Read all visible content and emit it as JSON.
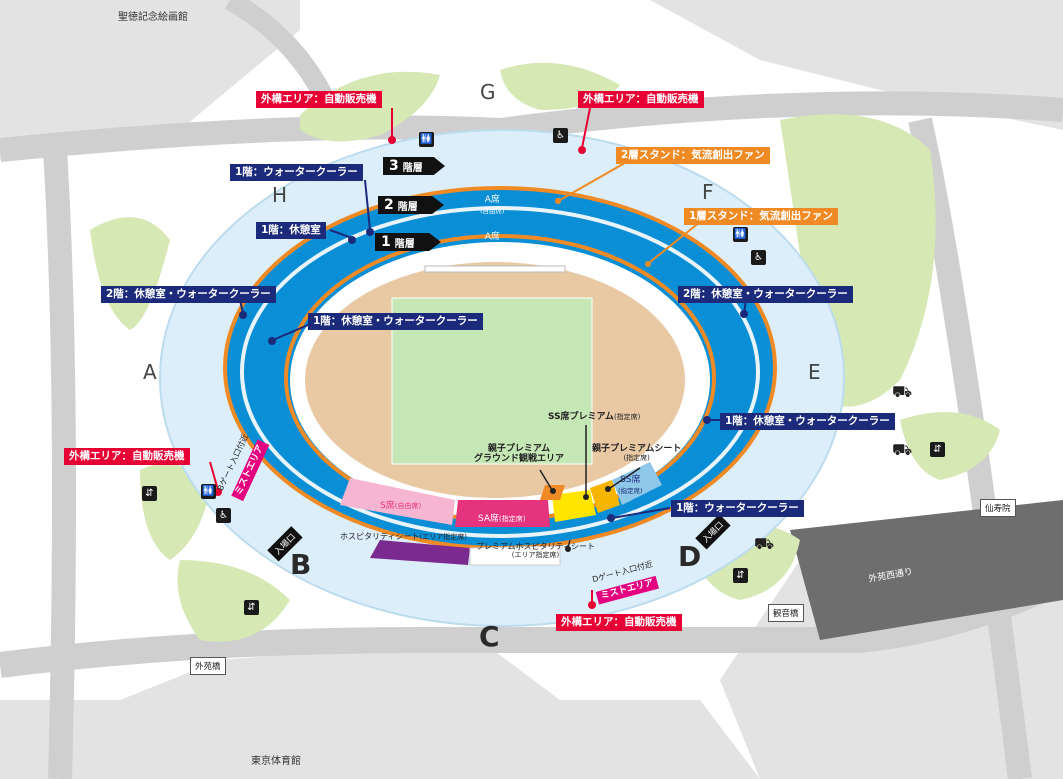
{
  "map": {
    "places": {
      "museum": "聖徳記念絵画館",
      "gym": "東京体育館",
      "gaien_bridge": "外苑橋",
      "kannon_bridge": "観音橋",
      "senjuin": "仙寿院",
      "gaien_nishi": "外苑西通り"
    },
    "gates": {
      "A": "A",
      "B": "B",
      "C": "C",
      "D": "D",
      "E": "E",
      "F": "F",
      "G": "G",
      "H": "H"
    },
    "entrance": "入場口",
    "floors": {
      "f3": {
        "num": "3",
        "label": "階層"
      },
      "f2": {
        "num": "2",
        "label": "階層"
      },
      "f1": {
        "num": "1",
        "label": "階層"
      }
    },
    "seats": {
      "a_upper": {
        "name": "A席",
        "sub": "(自由席)"
      },
      "a_lower": {
        "name": "A席",
        "sub": "(自由席)"
      },
      "s": {
        "name": "S席",
        "sub": "(自由席)"
      },
      "sa": {
        "name": "SA席",
        "sub": "(指定席)"
      },
      "ss": {
        "name": "SS席",
        "sub": "(指定席)"
      }
    },
    "labels": {
      "vending_nw": "外構エリア：自動販売機",
      "vending_ne": "外構エリア：自動販売機",
      "vending_w": "外構エリア：自動販売機",
      "vending_s": "外構エリア：自動販売機",
      "cooler_1f_h": "1階：ウォータークーラー",
      "rest_1f": "1階：休憩室",
      "rest_cooler_2f_w": "2階：休憩室・ウォータークーラー",
      "rest_cooler_1f_w": "1階：休憩室・ウォータークーラー",
      "rest_cooler_2f_e": "2階：休憩室・ウォータークーラー",
      "rest_cooler_1f_e": "1階：休憩室・ウォータークーラー",
      "cooler_1f_s": "1階：ウォータークーラー",
      "fan_2f": "2層スタンド：気流創出ファン",
      "fan_1f": "1層スタンド：気流創出ファン",
      "mist_b_top": "Bゲート入口付近",
      "mist_b": "ミストエリア",
      "mist_d_top": "Dゲート入口付近",
      "mist_d": "ミストエリア"
    },
    "annotations": {
      "ss_premium": {
        "line1": "SS席プレミアム",
        "sub": "(指定席)"
      },
      "family_ground": {
        "line1": "親子プレミアム",
        "line2": "グラウンド観戦エリア"
      },
      "family_seat": {
        "line1": "親子プレミアムシート",
        "sub": "(指定席)"
      },
      "hospitality": {
        "line1": "ホスピタリティシート",
        "sub": "(エリア指定席)"
      },
      "premium_hosp": {
        "line1": "プレミアムホスピタリティシート",
        "sub": "(エリア指定席)"
      }
    },
    "colors": {
      "blue": "#0a8fd6",
      "orange": "#f08a24",
      "track": "#e8c9a4",
      "field": "#c5e6b5",
      "navy": "#1b2a7a",
      "red": "#e60033",
      "green": "#d6e8b4",
      "concourse": "#dceef9",
      "road": "#cfcfcf"
    },
    "icons": {
      "restroom": "restroom-icon",
      "wheelchair": "wheelchair-icon",
      "elevator": "elevator-icon",
      "truck": "truck-icon",
      "vending_dot": "vending-dot-icon"
    }
  }
}
